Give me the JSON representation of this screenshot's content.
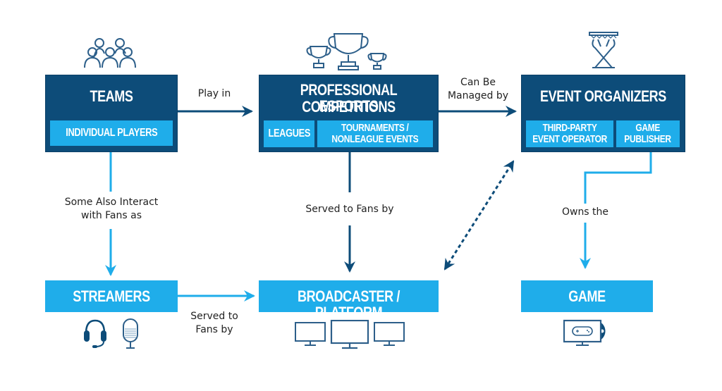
{
  "colors": {
    "dark_blue": "#0d4c79",
    "light_blue": "#1fadea",
    "text_dark": "#222222",
    "white": "#ffffff"
  },
  "nodes": {
    "teams": {
      "title": "TEAMS",
      "sub": [
        "INDIVIDUAL PLAYERS"
      ],
      "icon": "people-group-icon"
    },
    "competitions": {
      "title_line1": "PROFESSIONAL ESPORTS",
      "title_line2": "COMPETITIONS",
      "sub": [
        "LEAGUES",
        "TOURNAMENTS /",
        "NONLEAGUE EVENTS"
      ],
      "icon": "trophies-icon"
    },
    "organizers": {
      "title": "EVENT ORGANIZERS",
      "sub": [
        "THIRD-PARTY",
        "EVENT OPERATOR",
        "GAME",
        "PUBLISHER"
      ],
      "icon": "stage-lights-icon"
    },
    "streamers": {
      "title": "STREAMERS",
      "icons": [
        "headset-icon",
        "microphone-icon"
      ]
    },
    "broadcaster": {
      "title": "BROADCASTER / PLATFORM",
      "icons": [
        "monitor-icon",
        "monitor-icon",
        "monitor-icon"
      ]
    },
    "game": {
      "title": "GAME",
      "icon": "game-screen-disc-icon"
    }
  },
  "edges": {
    "play_in": "Play in",
    "managed_by_1": "Can Be",
    "managed_by_2": "Managed by",
    "interact_1": "Some Also Interact",
    "interact_2": "with Fans as",
    "served_center": "Served to Fans by",
    "owns": "Owns the",
    "served_streamers_1": "Served to",
    "served_streamers_2": "Fans by"
  }
}
